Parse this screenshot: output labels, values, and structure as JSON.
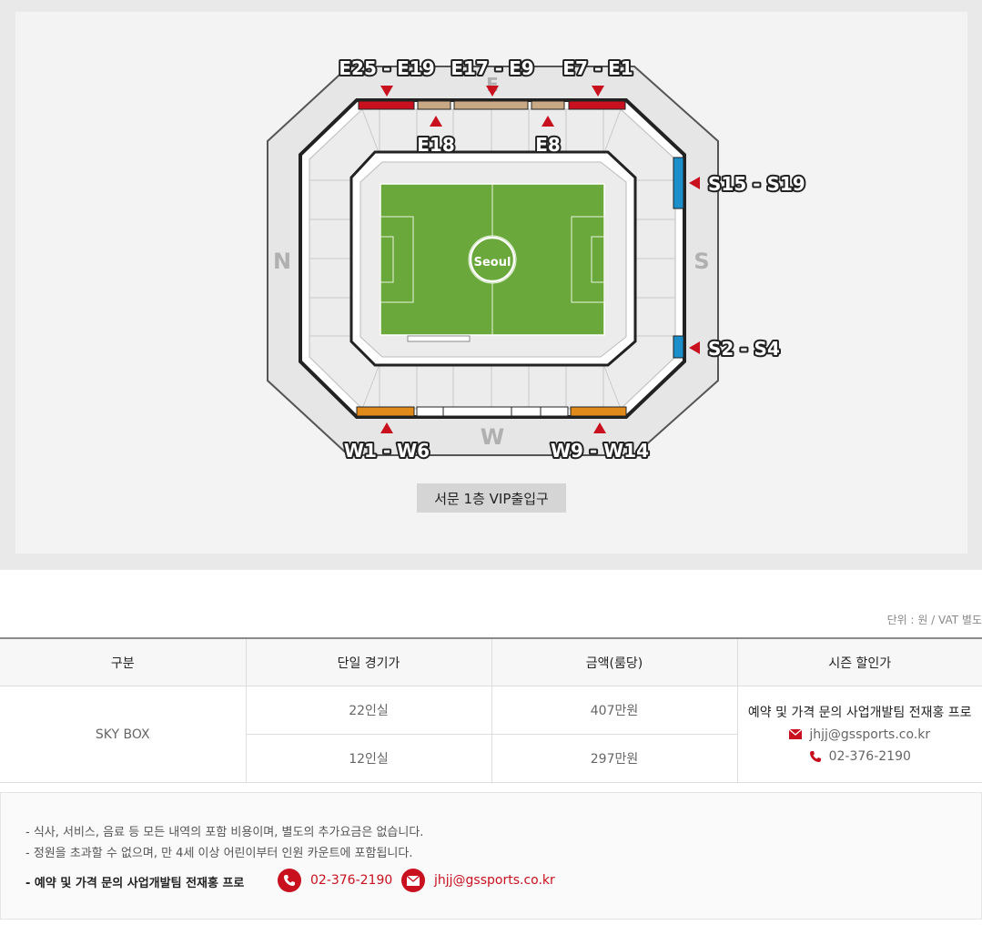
{
  "map": {
    "labels": {
      "east_left": "E25 - E19",
      "east_mid": "E17 - E9",
      "east_right": "E7 - E1",
      "e18": "E18",
      "e8": "E8",
      "s_top": "S15 - S19",
      "s_bottom": "S2 - S4",
      "w_left": "W1 - W6",
      "w_right": "W9 - W14",
      "north": "N",
      "south": "S",
      "west": "W",
      "east": "E",
      "logo": "Seoul"
    },
    "colors": {
      "red": "#c8101e",
      "tan": "#c9a985",
      "blue": "#1a8fc9",
      "orange": "#e08a1c",
      "pitch": "#6aa83c"
    },
    "vip_button": "서문 1층 VIP출입구"
  },
  "unit_note": "단위 : 원 / VAT 별도",
  "table": {
    "headers": [
      "구분",
      "단일 경기가",
      "금액(룸당)",
      "시즌 할인가"
    ],
    "category": "SKY BOX",
    "rows": [
      {
        "capacity": "22인실",
        "price": "407만원"
      },
      {
        "capacity": "12인실",
        "price": "297만원"
      }
    ],
    "contact": {
      "title": "예약 및 가격 문의 사업개발팀 전재홍 프로",
      "email": "jhjj@gssports.co.kr",
      "phone": "02-376-2190"
    }
  },
  "notes": {
    "line1": "- 식사, 서비스, 음료 등 모든 내역의 포함 비용이며, 별도의 추가요금은 없습니다.",
    "line2": "- 정원을 초과할 수 없으며, 만 4세 이상 어린이부터 인원 카운트에 포함됩니다.",
    "contact_label": "- 예약 및 가격 문의 사업개발팀 전재홍 프로",
    "phone": "02-376-2190",
    "email": "jhjj@gssports.co.kr"
  }
}
